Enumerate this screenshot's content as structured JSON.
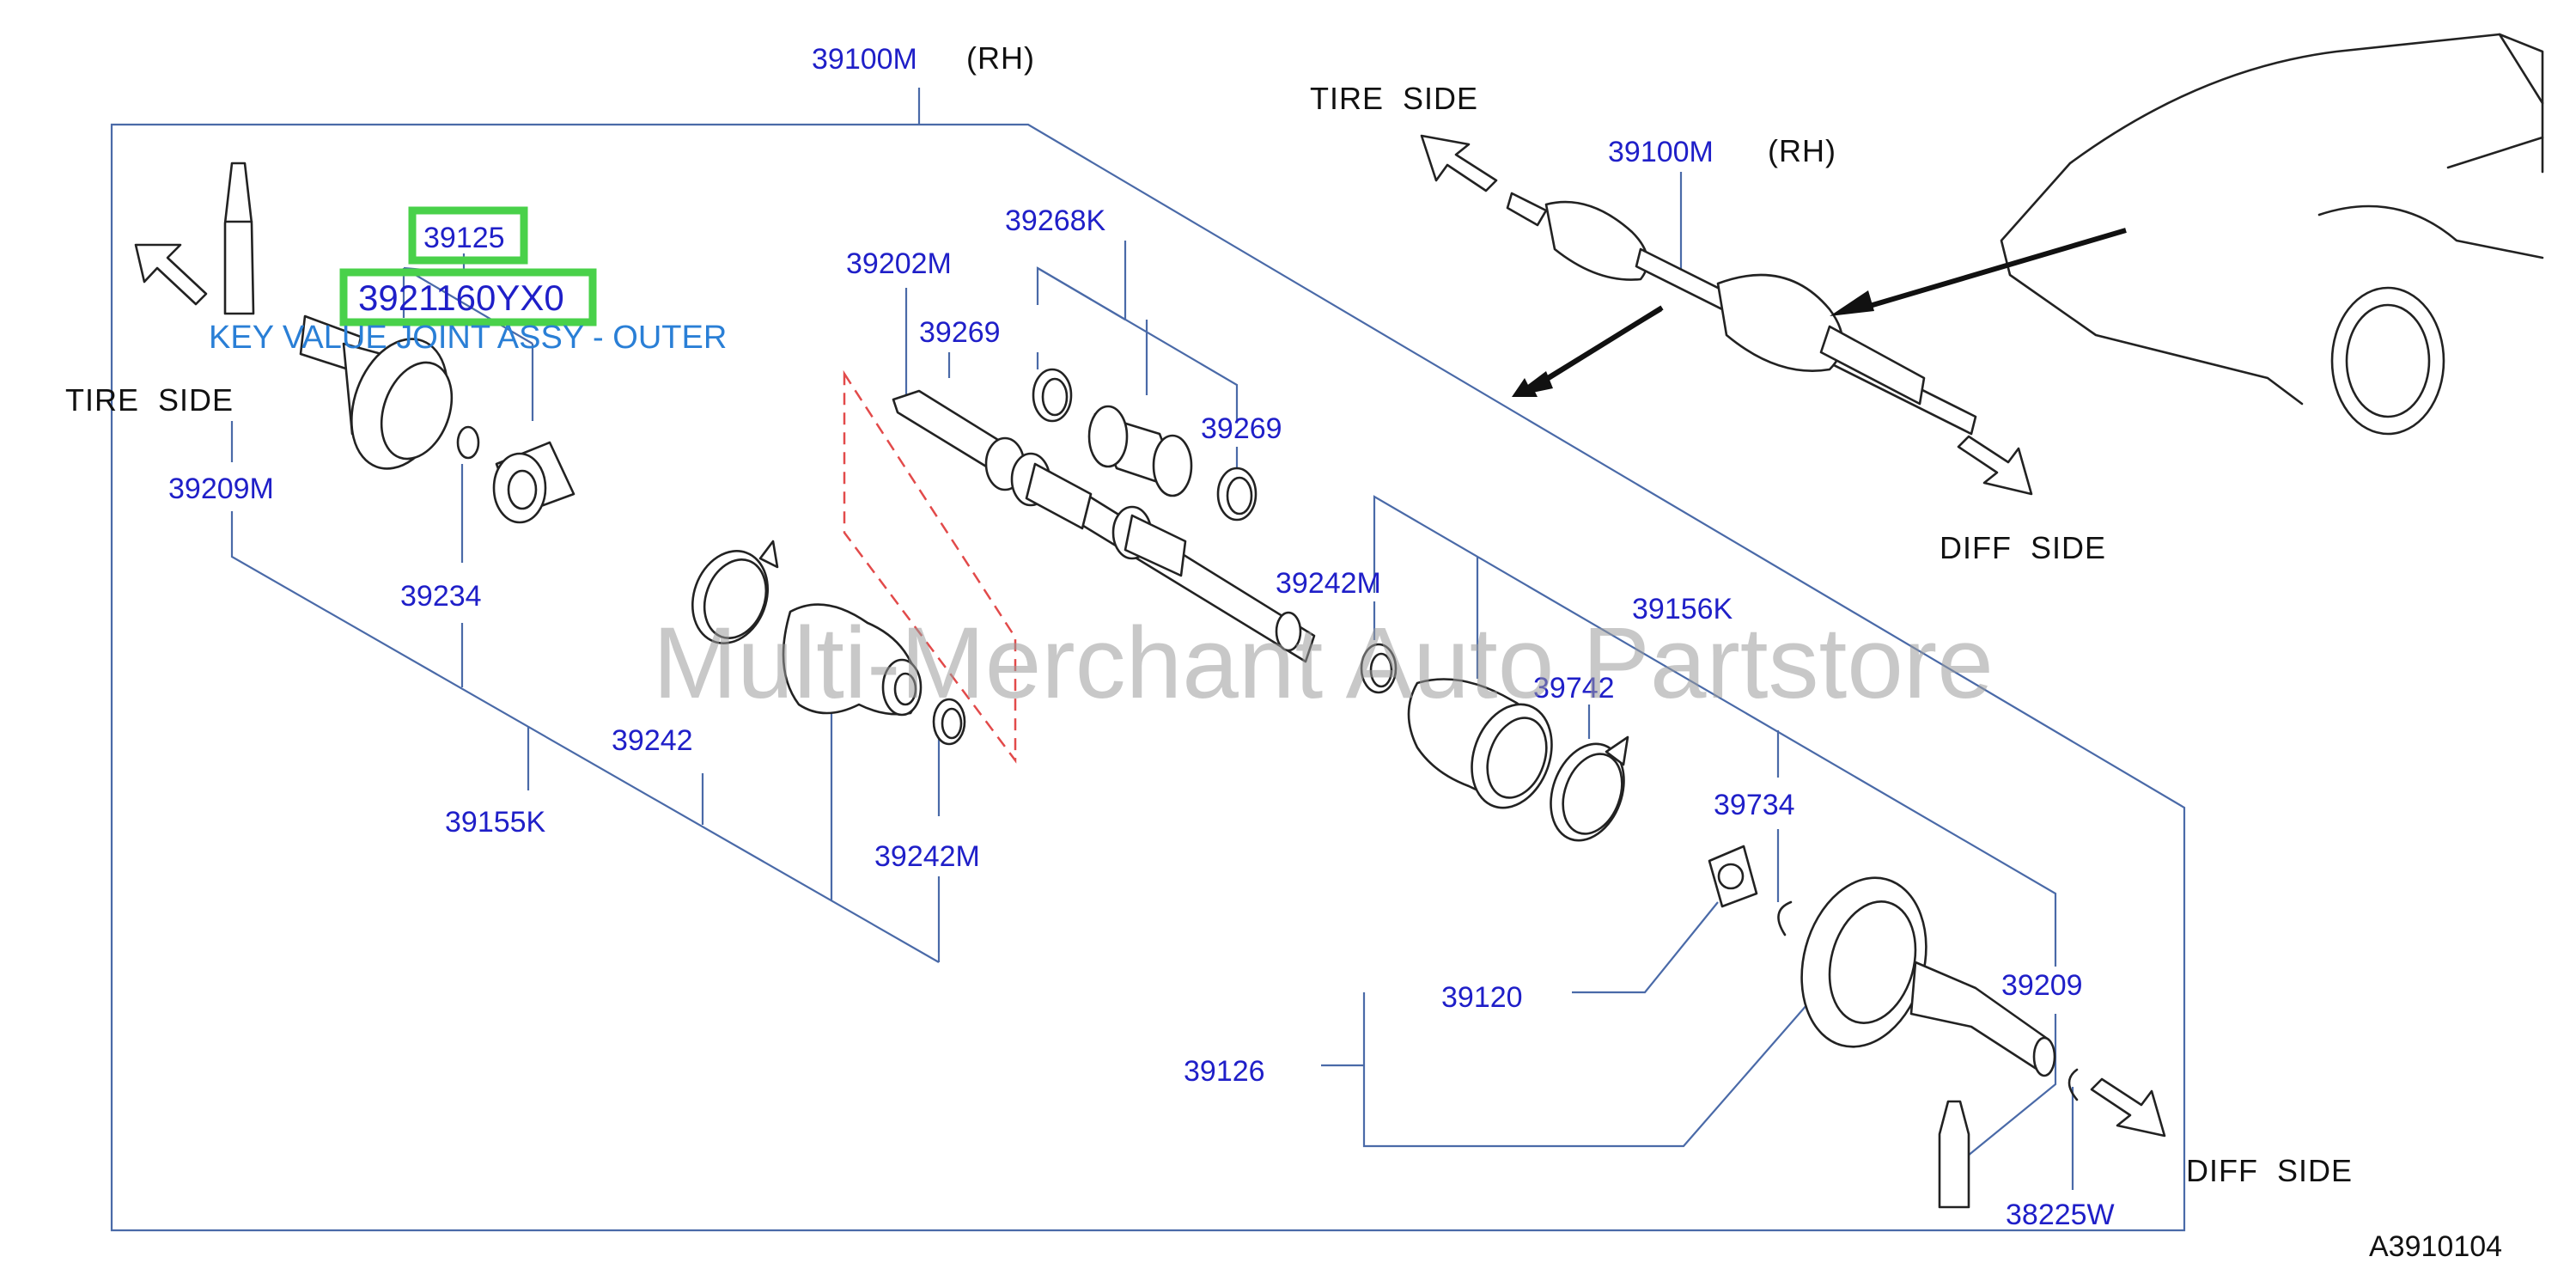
{
  "diagram": {
    "figure_code": "A3910104",
    "watermark": "Multi-Merchant Auto Partstore",
    "highlighted": {
      "part": "39125",
      "key": "3921160YX0",
      "description": "KEY VALUE JOINT ASSY - OUTER"
    },
    "side_labels": {
      "tire_left": "TIRE  SIDE",
      "tire_top": "TIRE  SIDE",
      "diff_top": "DIFF  SIDE",
      "diff_bottom": "DIFF  SIDE"
    },
    "rh": "(RH)",
    "parts": [
      "39100M",
      "39100M",
      "39209M",
      "39234",
      "39155K",
      "39242",
      "39242M",
      "39202M",
      "39269",
      "39268K",
      "39269",
      "39242M",
      "39156K",
      "39742",
      "39734",
      "39120",
      "39126",
      "39209",
      "38225W"
    ],
    "colors": {
      "part_number": "#1f1fc8",
      "leader": "#4a6aa8",
      "highlight": "#49d14a",
      "key_text": "#2a7fd6",
      "dashed": "#e24a4a"
    }
  }
}
